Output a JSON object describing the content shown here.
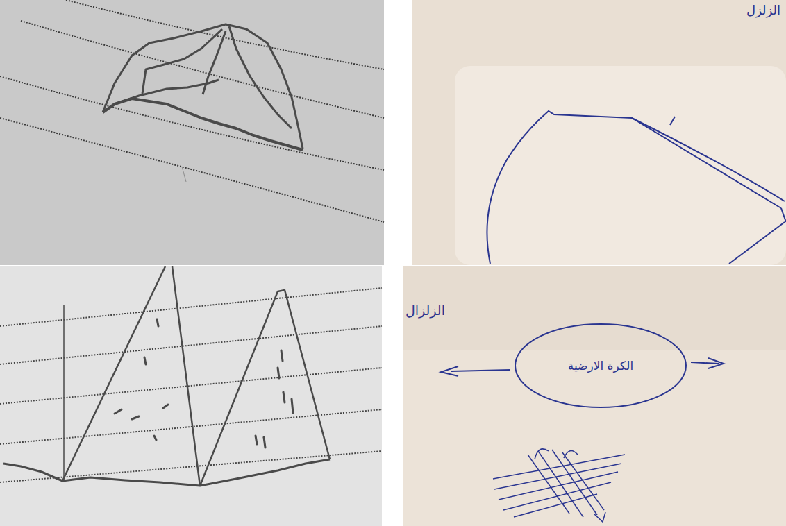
{
  "diagram": {
    "nodes": [
      {
        "text": [
          "الكرة الارضية"
        ]
      }
    ],
    "labels": [
      "الزلزل",
      "الزلزال"
    ]
  }
}
